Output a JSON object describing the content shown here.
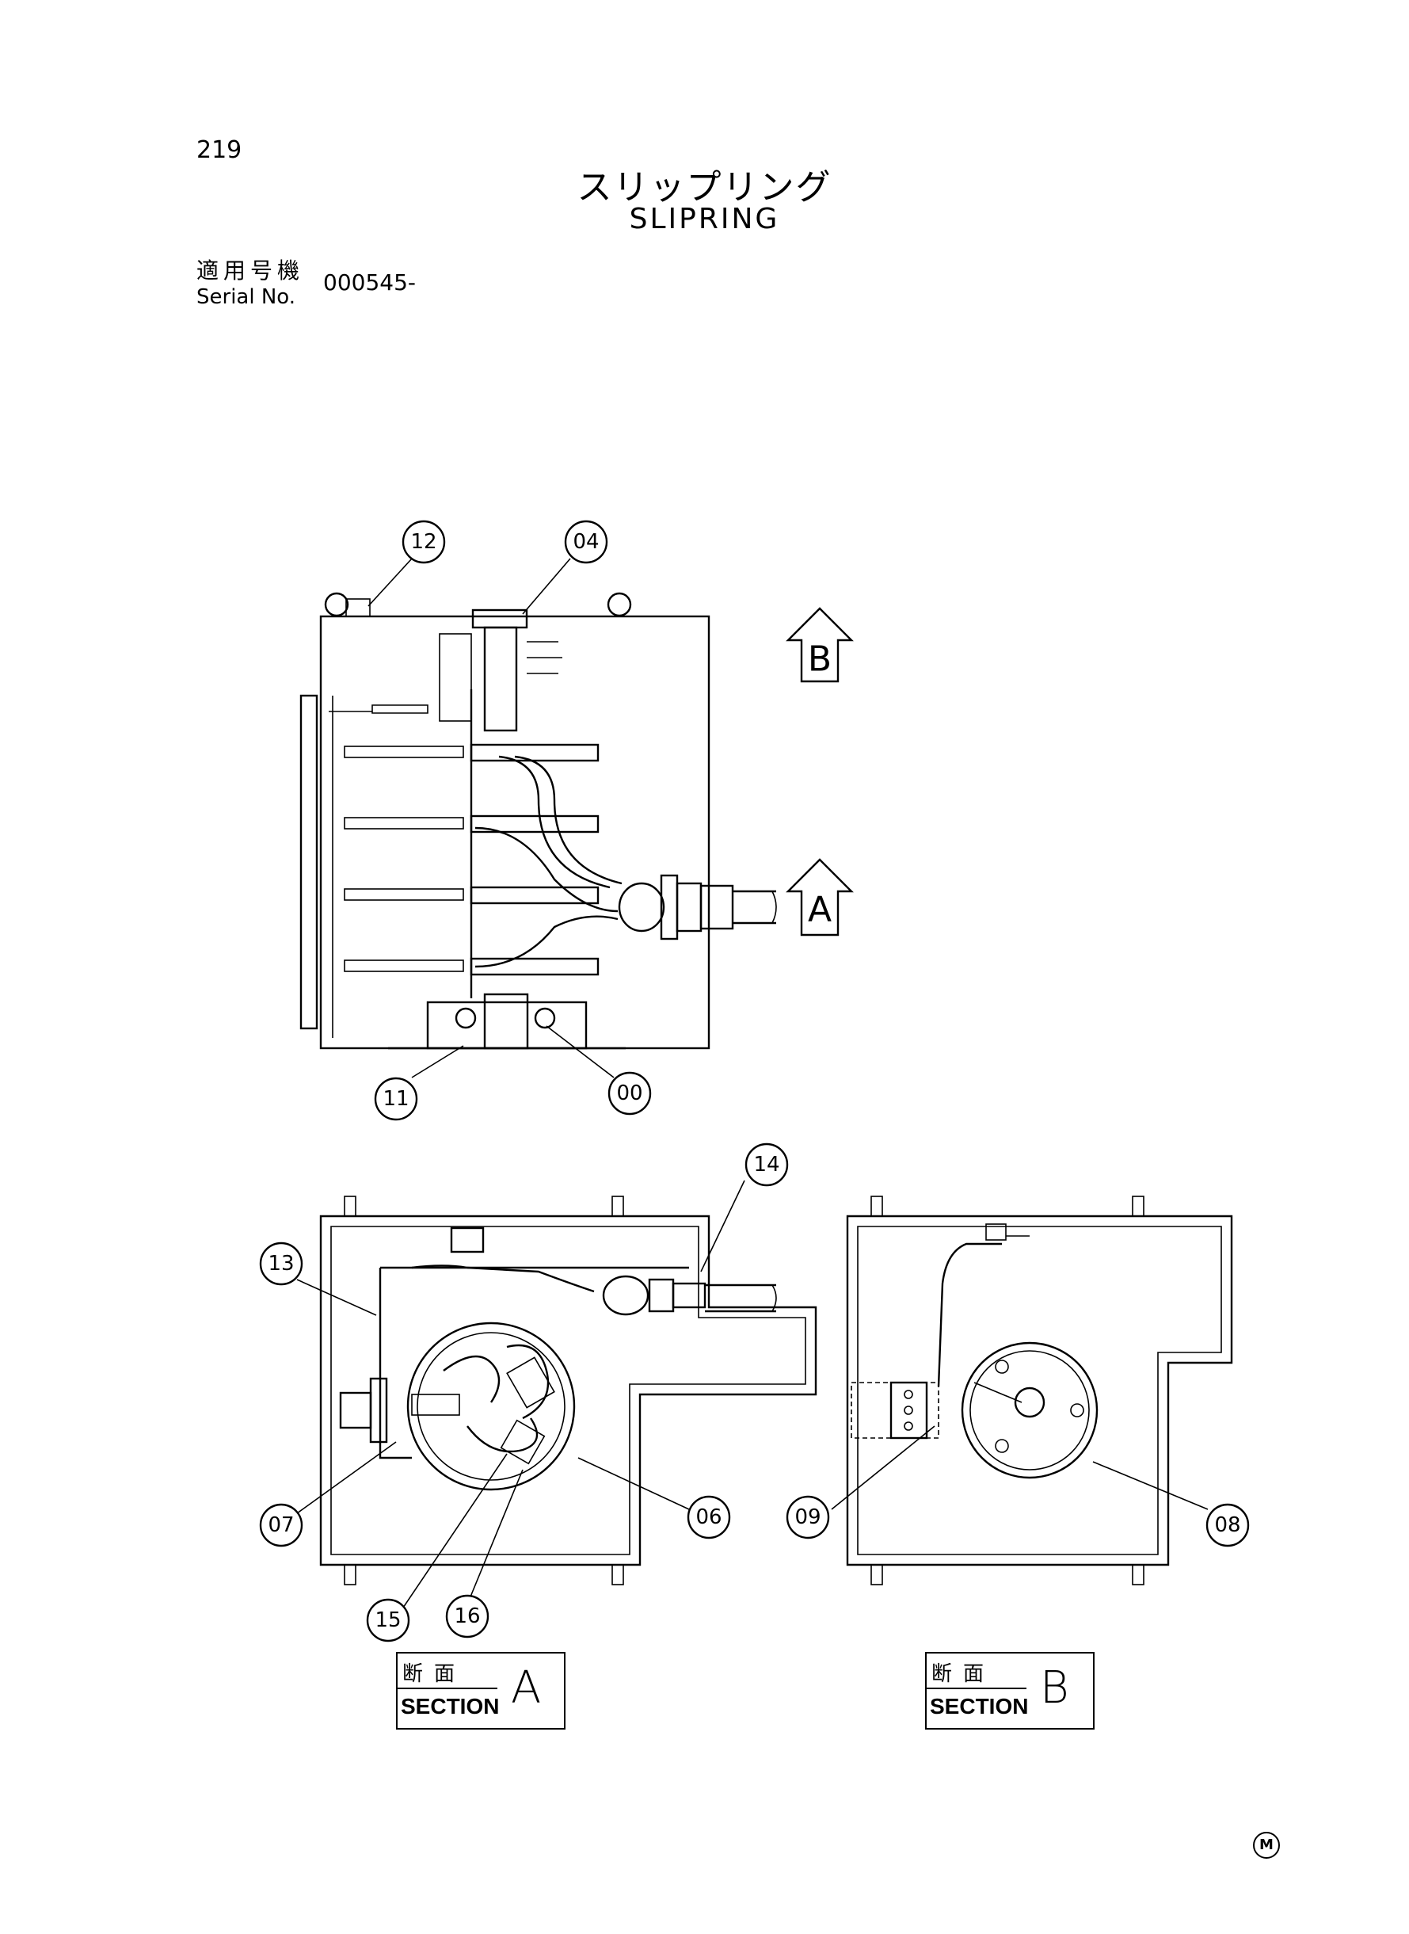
{
  "header": {
    "page_number": "219",
    "title_jp": "スリップリング",
    "title_en": "SLIPRING",
    "serial_label_jp": "適用号機",
    "serial_label_en": "Serial No.",
    "serial_value": "000545-"
  },
  "callouts": [
    "12",
    "04",
    "11",
    "00",
    "14",
    "13",
    "07",
    "06",
    "15",
    "16",
    "09",
    "08"
  ],
  "view_arrows": {
    "b": "B",
    "a": "A"
  },
  "sections": {
    "a": {
      "label_jp": "断面",
      "label_en": "SECTION",
      "letter": "A"
    },
    "b": {
      "label_jp": "断面",
      "label_en": "SECTION",
      "letter": "B"
    }
  },
  "footer_mark": "M"
}
